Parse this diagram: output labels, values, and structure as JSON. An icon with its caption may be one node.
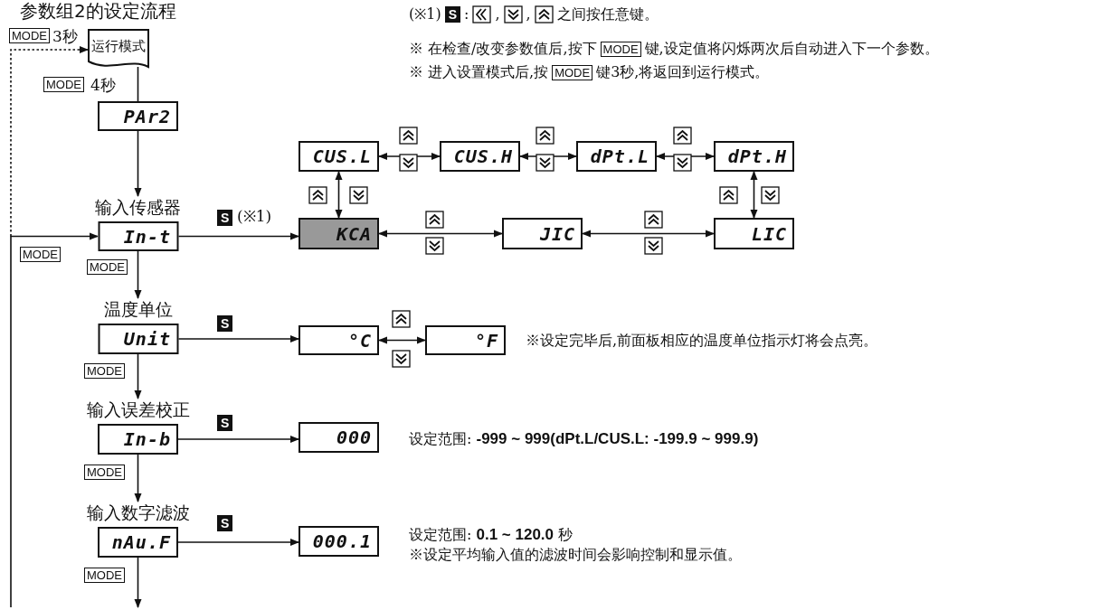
{
  "diagram": {
    "title": "参数组2的设定流程",
    "nodes": [
      {
        "text": [
          "运行模式"
        ]
      },
      {
        "text": [
          "PAr2"
        ]
      },
      {
        "text": [
          "输入传感器",
          "In-t"
        ]
      },
      {
        "text": [
          "温度单位",
          "Unit"
        ]
      },
      {
        "text": [
          "输入误差校正",
          "In-b"
        ]
      },
      {
        "text": [
          "输入数字滤波",
          "nAu.F"
        ]
      },
      {
        "text": [
          "CUS.L"
        ]
      },
      {
        "text": [
          "CUS.H"
        ]
      },
      {
        "text": [
          "dPt.L"
        ]
      },
      {
        "text": [
          "dPt.H"
        ]
      },
      {
        "text": [
          "KCA"
        ]
      },
      {
        "text": [
          "JIC"
        ]
      },
      {
        "text": [
          "LIC"
        ]
      },
      {
        "text": [
          "°C"
        ]
      },
      {
        "text": [
          "°F"
        ]
      },
      {
        "text": [
          "000"
        ]
      },
      {
        "text": [
          "000.1"
        ]
      }
    ],
    "edges": [
      {
        "from": 0,
        "to": 1,
        "arrow": "none",
        "label": "4秒"
      },
      {
        "from": 1,
        "to": 2,
        "arrow": "to"
      },
      {
        "from": 2,
        "to": 10,
        "arrow": "to",
        "label": "(※1)"
      },
      {
        "from": 2,
        "to": 3,
        "arrow": "to"
      },
      {
        "from": 3,
        "to": 4,
        "arrow": "to"
      },
      {
        "from": 4,
        "to": 5,
        "arrow": "to"
      },
      {
        "from": 5,
        "to": null,
        "arrow": "to"
      },
      {
        "from": null,
        "to": 2,
        "arrow": "to"
      },
      {
        "from": null,
        "to": 0,
        "arrow": "to",
        "style": "dashed",
        "label": "3秒"
      },
      {
        "from": 6,
        "to": 10,
        "arrow": "both"
      },
      {
        "from": 6,
        "to": 7,
        "arrow": "both"
      },
      {
        "from": 7,
        "to": 8,
        "arrow": "both"
      },
      {
        "from": 8,
        "to": 9,
        "arrow": "both"
      },
      {
        "from": 9,
        "to": 12,
        "arrow": "both"
      },
      {
        "from": 10,
        "to": 11,
        "arrow": "both"
      },
      {
        "from": 11,
        "to": 12,
        "arrow": "both"
      },
      {
        "from": 3,
        "to": 13,
        "arrow": "to"
      },
      {
        "from": 13,
        "to": 14,
        "arrow": "both"
      },
      {
        "from": 4,
        "to": 15,
        "arrow": "to"
      },
      {
        "from": 5,
        "to": 16,
        "arrow": "to"
      }
    ],
    "labels": [
      "(※1)",
      "S",
      ":",
      ",",
      ",",
      "之间按任意键。",
      "※ 在检查/改变参数值后,按下",
      "MODE",
      "键,设定值将闪烁两次后自动进入下一个参数。",
      "※ 进入设置模式后,按",
      "MODE",
      "键3秒,将返回到运行模式。",
      "MODE",
      "MODE",
      "S",
      "MODE",
      "MODE",
      "S",
      "※设定完毕后,前面板相应的温度单位指示灯将会点亮。",
      "MODE",
      "S",
      "设定范围: **-999 ~ 999(dPt.L/CUS.L: -199.9 ~ 999.9)**",
      "MODE",
      "S",
      "设定范围: **0.1 ~ 120.0** 秒",
      "※设定平均输入值的滤波时间会影响控制和显示值。",
      "MODE"
    ]
  }
}
